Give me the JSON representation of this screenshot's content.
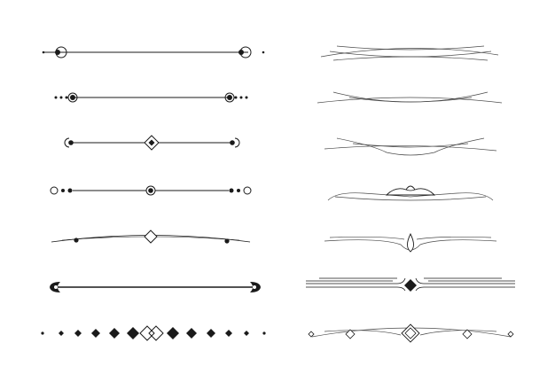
{
  "sheet": {
    "background": "#ffffff",
    "stroke_color": "#1a1a1a",
    "fine_stroke_color": "#4a4a4a",
    "columns": [
      {
        "name": "left-column",
        "dividers": [
          {
            "name": "divider-1-circle-ends",
            "style": "straight line with small dots and crescent circles at both ends"
          },
          {
            "name": "divider-2-three-dot-ends",
            "style": "straight line with three dots and a crescent at both ends"
          },
          {
            "name": "divider-3-center-diamond",
            "style": "straight line with a center diamond and dot/crescent ends"
          },
          {
            "name": "divider-4-ring-center",
            "style": "straight line with a center ring-dot and dot-ring ends"
          },
          {
            "name": "divider-5-arched-diamond",
            "style": "thin arched lines with a center diamond and two dots"
          },
          {
            "name": "divider-6-pointed-ends",
            "style": "bold line with pointed half-circle ends"
          },
          {
            "name": "divider-7-diamond-chain",
            "style": "row of graduated diamonds with interlocked center pair"
          }
        ]
      },
      {
        "name": "right-column",
        "dividers": [
          {
            "name": "divider-8-crossing-arcs",
            "style": "fine crossing arcs forming a flat lens"
          },
          {
            "name": "divider-9-swoop",
            "style": "fine swooping curves dipping at center"
          },
          {
            "name": "divider-10-hanging-curve",
            "style": "fine lines with a hanging center curve"
          },
          {
            "name": "divider-11-crown-ornament",
            "style": "fine lines with a crown-like center flourish"
          },
          {
            "name": "divider-12-drop-ornament",
            "style": "fine lines with a drop-shaped center ornament"
          },
          {
            "name": "divider-13-stepped-diamond",
            "style": "parallel lines stepping into a center diamond"
          },
          {
            "name": "divider-14-diamond-arcs",
            "style": "fine arcs with diamonds and a large center diamond"
          }
        ]
      }
    ]
  }
}
